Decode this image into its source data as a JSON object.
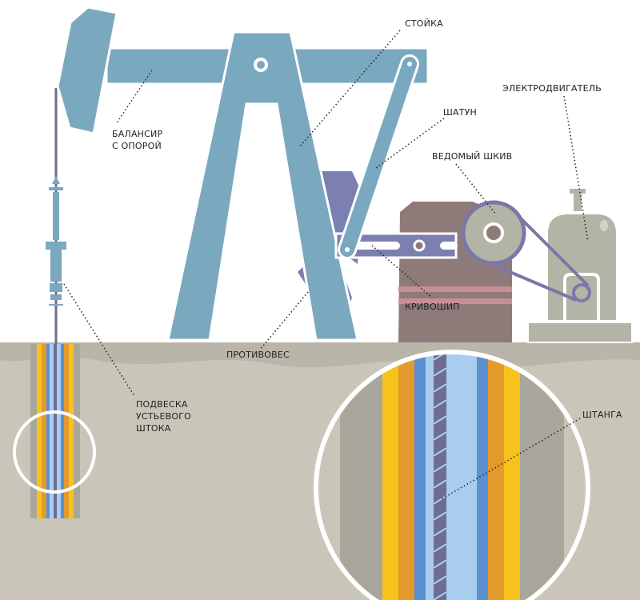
{
  "title": "Станок-качалка",
  "colors": {
    "frame": "#7aa8bf",
    "counterweight": "#7b80b0",
    "gearbox": "#8f7a7a",
    "gearbox_stripe": "#c88e96",
    "pulley": "#b4b4a6",
    "belt": "#7b78a8",
    "ground": "#c9c5b9",
    "ground_dark": "#b9b5a8",
    "casing": "#a9a79c",
    "yellow": "#f8c21d",
    "orange": "#e39a2c",
    "blue": "#5b90d2",
    "light_blue": "#a9cdee"
  },
  "labels": {
    "stoyka": "СТОЙКА",
    "balansir": [
      "БАЛАНСИР",
      "С ОПОРОЙ"
    ],
    "shatun": "ШАТУН",
    "vedomy_shkiv": "ВЕДОМЫЙ ШКИВ",
    "elektrodvigatel": "ЭЛЕКТРОДВИГАТЕЛЬ",
    "krivoship": "КРИВОШИП",
    "protivoves": "ПРОТИВОВЕС",
    "podveska": [
      "ПОДВЕСКА",
      "УСТЬЕВОГО",
      "ШТОКА"
    ],
    "shtanga": "ШТАНГА"
  }
}
